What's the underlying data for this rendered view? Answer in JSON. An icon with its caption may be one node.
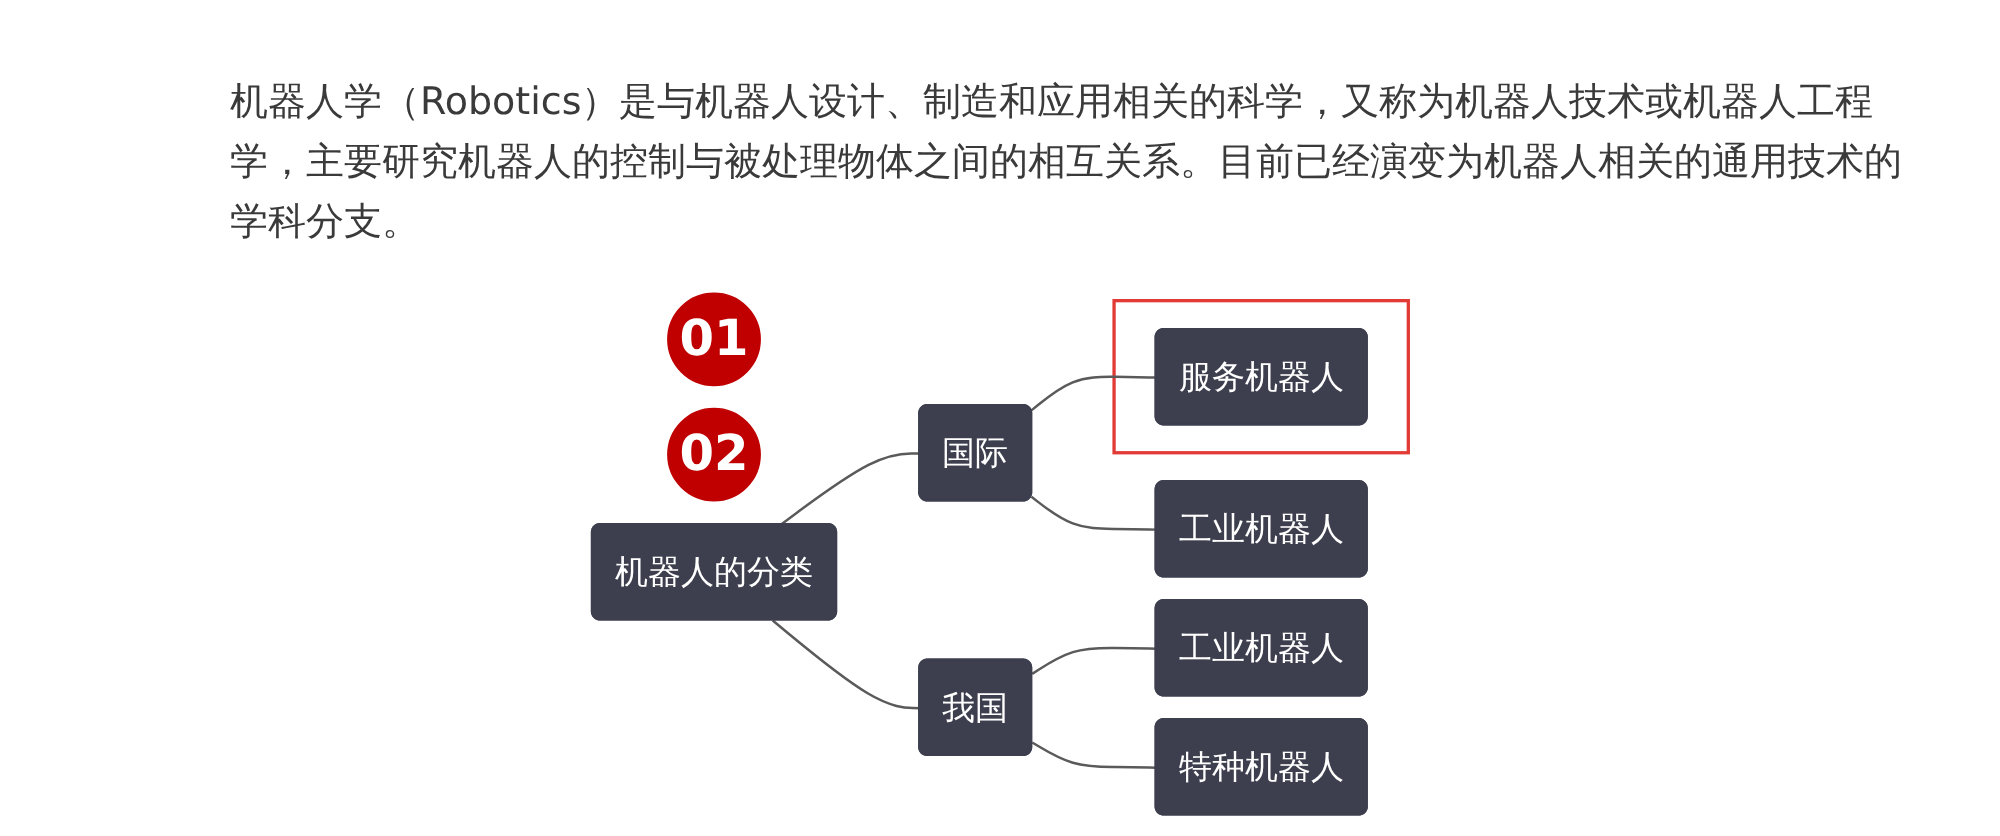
{
  "diagram": {
    "nodes": [
      {
        "text": [
          "01"
        ]
      },
      {
        "text": [
          "02"
        ]
      },
      {
        "text": [
          "机器人的分类"
        ]
      },
      {
        "text": [
          "国际"
        ]
      },
      {
        "text": [
          "工业机器人"
        ]
      },
      {
        "text": [],
        "shape": "box"
      },
      {
        "text": [
          "服务机器人"
        ],
        "in": 5
      },
      {
        "text": [
          "我国"
        ]
      },
      {
        "text": [
          "工业机器人"
        ]
      },
      {
        "text": [
          "特种机器人"
        ]
      }
    ],
    "edges": [
      {
        "from": 2,
        "to": 3,
        "arrow": "none"
      },
      {
        "from": 2,
        "to": 7,
        "arrow": "none"
      },
      {
        "from": 3,
        "to": 4,
        "arrow": "none"
      },
      {
        "from": 3,
        "to": 6,
        "arrow": "none"
      },
      {
        "from": 7,
        "to": 8,
        "arrow": "none"
      },
      {
        "from": 7,
        "to": 9,
        "arrow": "none"
      }
    ],
    "labels": [
      "机器人学（Robotics）是与机器人设计、制造和应用相关的科学，又称为机器人技术或机器人工程学，主要研究机器人的控制与被处理物体之间的相互关系。目前已经演变为机器人相关的通用技术的学科分支。"
    ]
  }
}
